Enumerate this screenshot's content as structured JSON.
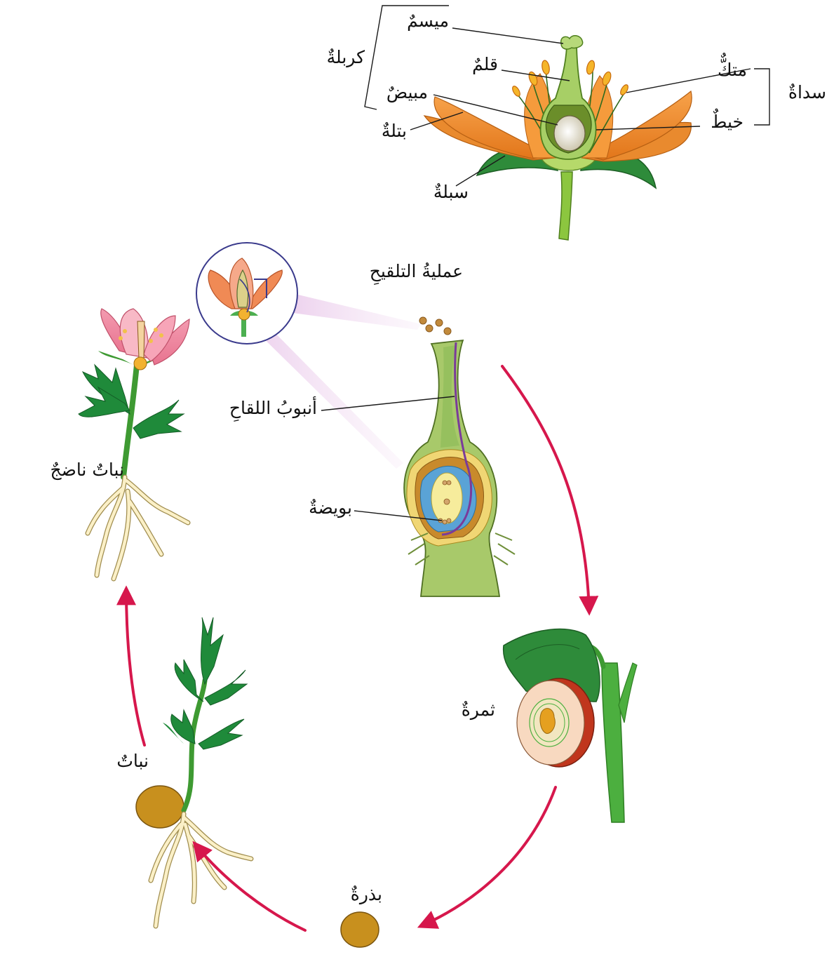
{
  "flower_parts": {
    "stigma": "ميسمٌ",
    "carpel": "كربلةٌ",
    "style": "قلمٌ",
    "ovary": "مبيضٌ",
    "petal": "بتلةٌ",
    "sepal": "سبلةٌ",
    "anther": "متكٌّ",
    "filament": "خيطٌ",
    "stamen": "سداةٌ"
  },
  "cycle": {
    "pollination": "عمليةُ التلقيحِ",
    "pollen_tube": "أنبوبُ اللقاحِ",
    "ovule": "بويضةٌ",
    "fruit": "ثمرةٌ",
    "seed": "بذرةٌ",
    "seedling": "نباتٌ",
    "mature_plant": "نباتٌ ناضجٌ"
  },
  "colors": {
    "cycle_arrow": "#d6174c",
    "petal": "#f08a1c",
    "leaf": "#1f8a3a",
    "seed": "#c8901e"
  }
}
